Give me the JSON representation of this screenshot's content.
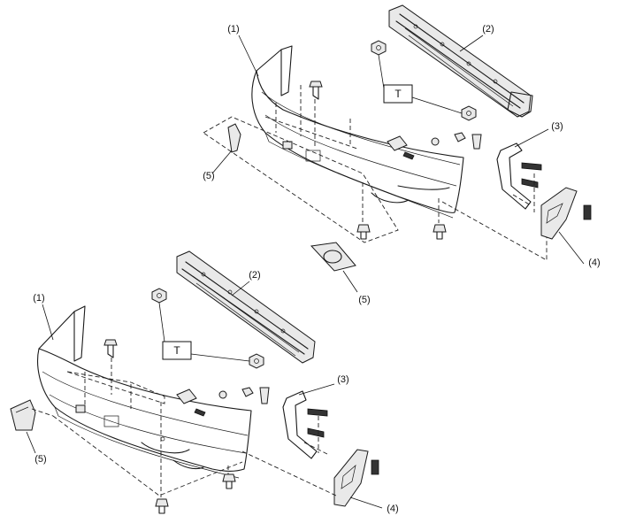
{
  "labels": {
    "part_1": "(1)",
    "part_2": "(2)",
    "part_3": "(3)",
    "part_4": "(4)",
    "part_5": "(5)",
    "torque": "T"
  }
}
